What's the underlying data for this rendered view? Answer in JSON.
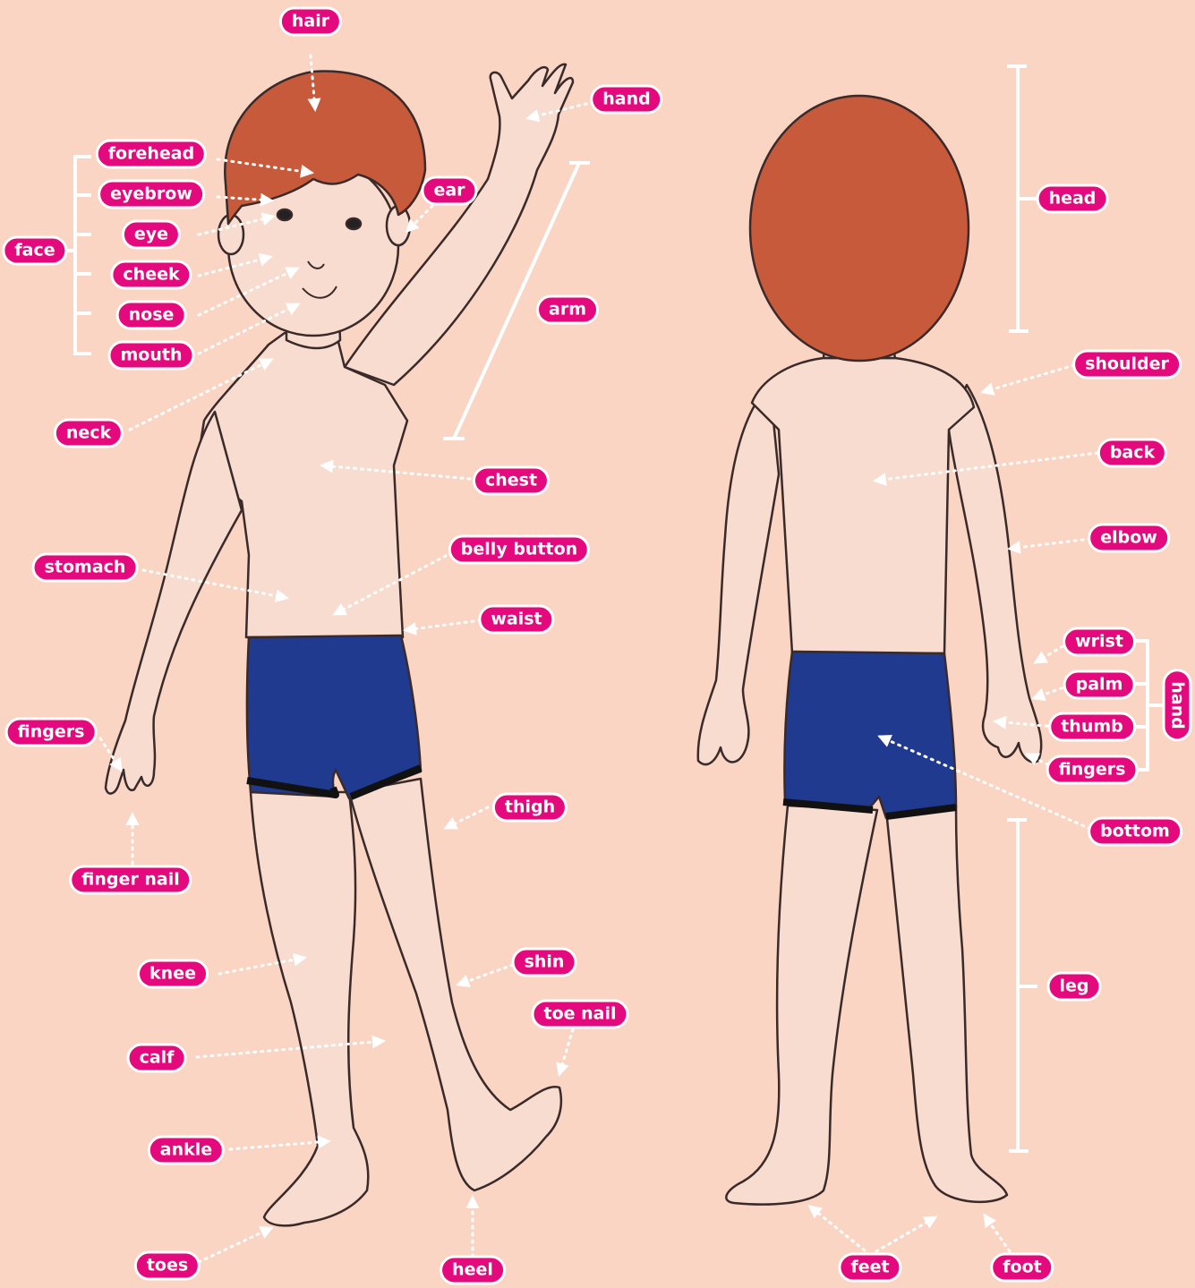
{
  "labels": {
    "hair": "hair",
    "forehead": "forehead",
    "eyebrow": "eyebrow",
    "eye": "eye",
    "cheek": "cheek",
    "nose": "nose",
    "mouth": "mouth",
    "face": "face",
    "neck": "neck",
    "ear": "ear",
    "hand_front": "hand",
    "arm": "arm",
    "chest": "chest",
    "stomach": "stomach",
    "belly_button": "belly button",
    "waist": "waist",
    "fingers_front": "fingers",
    "finger_nail": "finger nail",
    "thigh": "thigh",
    "knee": "knee",
    "shin": "shin",
    "toe_nail": "toe nail",
    "calf": "calf",
    "ankle": "ankle",
    "toes": "toes",
    "heel": "heel",
    "head": "head",
    "shoulder": "shoulder",
    "back": "back",
    "elbow": "elbow",
    "wrist": "wrist",
    "palm": "palm",
    "thumb": "thumb",
    "fingers_back": "fingers",
    "hand_bracket": "hand",
    "bottom": "bottom",
    "leg": "leg",
    "feet": "feet",
    "foot": "foot"
  },
  "colors": {
    "background": "#fad5c3",
    "label_fill": "#e4097d",
    "label_text": "#ffffff",
    "skin": "#f7dccf",
    "hair": "#c85a3c",
    "shorts": "#1f3a8e"
  }
}
